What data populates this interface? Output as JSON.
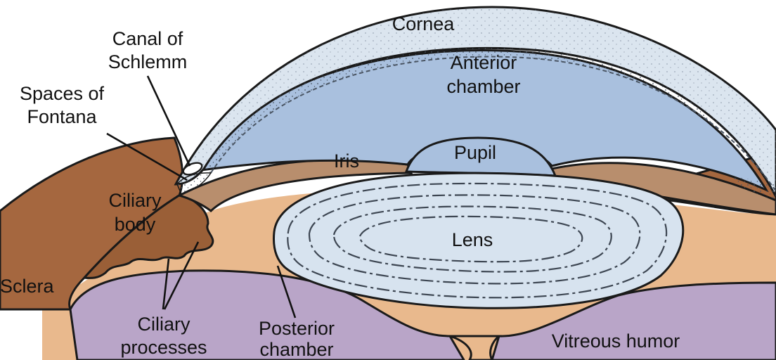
{
  "labels": {
    "cornea": "Cornea",
    "canal_line1": "Canal of",
    "canal_line2": "Schlemm",
    "anterior_line1": "Anterior",
    "anterior_line2": "chamber",
    "fontana_line1": "Spaces of",
    "fontana_line2": "Fontana",
    "iris": "Iris",
    "pupil": "Pupil",
    "ciliary_body_line1": "Ciliary",
    "ciliary_body_line2": "body",
    "lens": "Lens",
    "sclera": "Sclera",
    "ciliary_proc_line1": "Ciliary",
    "ciliary_proc_line2": "processes",
    "posterior_line1": "Posterior",
    "posterior_line2": "chamber",
    "vitreous": "Vitreous humor"
  },
  "colors": {
    "cornea": "#dbe5ef",
    "anterior_chamber": "#a9c0de",
    "pupil": "#a9c0de",
    "lens": "#d7e3ef",
    "iris": "#b88e6d",
    "ciliary_body": "#9a5f37",
    "sclera": "#a5673f",
    "posterior_chamber": "#e9b98d",
    "vitreous_humor": "#b9a5c8"
  }
}
